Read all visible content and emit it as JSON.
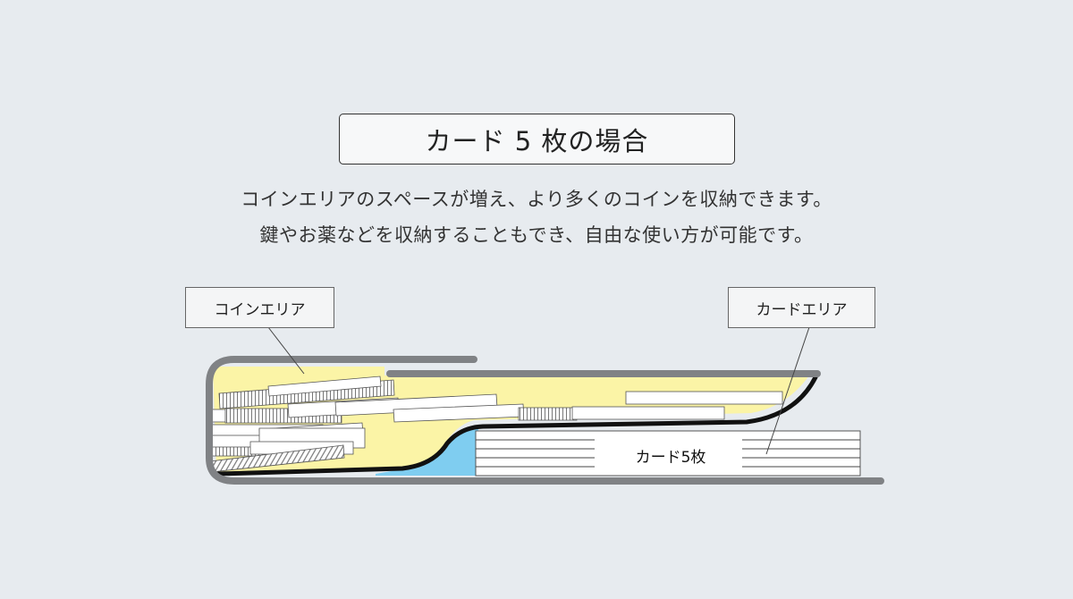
{
  "title": "カード 5 枚の場合",
  "description": [
    "コインエリアのスペースが増え、より多くのコインを収納できます。",
    "鍵やお薬などを収納することもでき、自由な使い方が可能です。"
  ],
  "labels": {
    "coin_area": "コインエリア",
    "card_area": "カードエリア",
    "cards": "カード5枚"
  },
  "colors": {
    "background": "#e7ebef",
    "coin_area": "#fbf4a6",
    "card_space": "#7fcdf0",
    "frame": "#808285",
    "divider": "#111111"
  }
}
